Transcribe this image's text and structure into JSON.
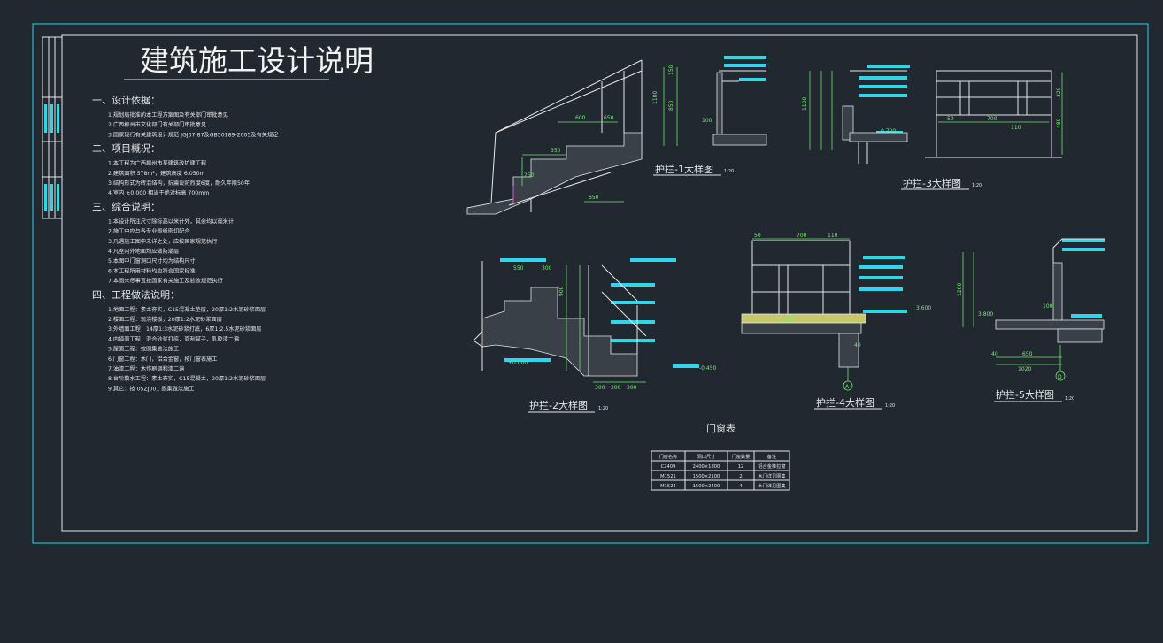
{
  "sheet": {
    "main_title": "建筑施工设计说明"
  },
  "notes": {
    "sections": [
      {
        "heading": "一、设计依据：",
        "items": [
          "1.规划局批准的本工程方案图及有关部门审批意见",
          "2.广西柳州市文化部门有关部门审批意见",
          "3.国家现行有关建筑设计规范 JGJ37-87及GB50189-2005及有关规定"
        ]
      },
      {
        "heading": "二、项目概况：",
        "items": [
          "1.本工程为广西柳州市某建筑改扩建工程",
          "2.建筑面积 578m²，建筑高度 6.050m",
          "3.结构形式为砖混结构，抗震设防烈度6度，耐久年限50年",
          "4.室内 ±0.000 相当于绝对标高 700mm"
        ]
      },
      {
        "heading": "三、综合说明：",
        "items": [
          "1.本设计所注尺寸除标高以米计外，其余均以毫米计",
          "2.施工中应与各专业图纸密切配合",
          "3.凡遇施工图中未详之处，应按国家规范执行",
          "4.凡室内外地面均应做防潮层",
          "5.本图中门窗洞口尺寸均为结构尺寸",
          "6.本工程所用材料均应符合国家标准",
          "7.本图未尽事宜按国家有关施工及验收规范执行"
        ]
      },
      {
        "heading": "四、工程做法说明：",
        "items": [
          "1.地面工程：素土夯实，C15混凝土垫层，20厚1:2水泥砂浆面层",
          "2.楼面工程：现浇楼板，20厚1:2水泥砂浆面层",
          "3.外墙面工程：14厚1:3水泥砂浆打底，6厚1:2.5水泥砂浆面层",
          "4.内墙面工程：混合砂浆打底，面刮腻子，乳胶漆二遍",
          "5.屋面工程：按图集做法施工",
          "6.门窗工程：木门，铝合金窗，按门窗表施工",
          "7.油漆工程：木作刷调和漆二遍",
          "8.台阶散水工程：素土夯实，C15混凝土，20厚1:2水泥砂浆面层",
          "9.其它：按 05ZJ001 图集做法施工"
        ]
      }
    ]
  },
  "drawings": {
    "labels": [
      {
        "id": "hulan-1",
        "text": "护拦-1大样图",
        "scale": "1:20"
      },
      {
        "id": "hulan-2",
        "text": "护拦-2大样图",
        "scale": "1:20"
      },
      {
        "id": "hulan-3",
        "text": "护拦-3大样图",
        "scale": "1:20"
      },
      {
        "id": "hulan-4",
        "text": "护拦-4大样图",
        "scale": "1:20"
      },
      {
        "id": "hulan-5",
        "text": "护拦-5大样图",
        "scale": "1:20"
      }
    ],
    "dimensions": {
      "stair_650": "650",
      "stair_600": "600",
      "stair_350": "350",
      "stair_650b": "650",
      "stair_250": "250",
      "h1_1100": "1100",
      "h1_850": "850",
      "h1_100": "100",
      "h1_150": "150",
      "h2_550": "550",
      "h2_300": "300",
      "h2_900": "900",
      "h2_300a": "300",
      "h2_300b": "300",
      "h2_300c": "300",
      "h2_lvl1": "±0.000",
      "h2_lvl2": "-0.450",
      "h3_1100": "1100",
      "h3_50": "50",
      "h3_700": "700",
      "h3_110": "110",
      "h3_320": "320",
      "h3_480": "480",
      "h3_lvl": "0.700",
      "h4_50": "50",
      "h4_700": "700",
      "h4_110": "110",
      "h4_lvl1": "2.200",
      "h4_lvl2": "3.600",
      "h4_40": "40",
      "h5_1200": "1200",
      "h5_100": "100",
      "h5_lvl": "3.800",
      "h5_650": "650",
      "h5_1020": "1020",
      "h5_40": "40"
    },
    "axis_a": "A",
    "axis_d": "D"
  },
  "door_window_table": {
    "title": "门窗表",
    "headers": [
      "门窗名称",
      "洞口尺寸",
      "门窗数量",
      "备注"
    ],
    "rows": [
      [
        "C2409",
        "2400×1800",
        "12",
        "铝合金推拉窗"
      ],
      [
        "M1521",
        "1500×2100",
        "2",
        "木门详见图集"
      ],
      [
        "M1524",
        "1500×2400",
        "4",
        "木门详见图集"
      ]
    ]
  },
  "colors": {
    "background": "#212830",
    "frame": "#2fd6e8",
    "lines": "#e6e6e6",
    "dimension": "#6ee36e",
    "accent": "#d45cd4"
  }
}
